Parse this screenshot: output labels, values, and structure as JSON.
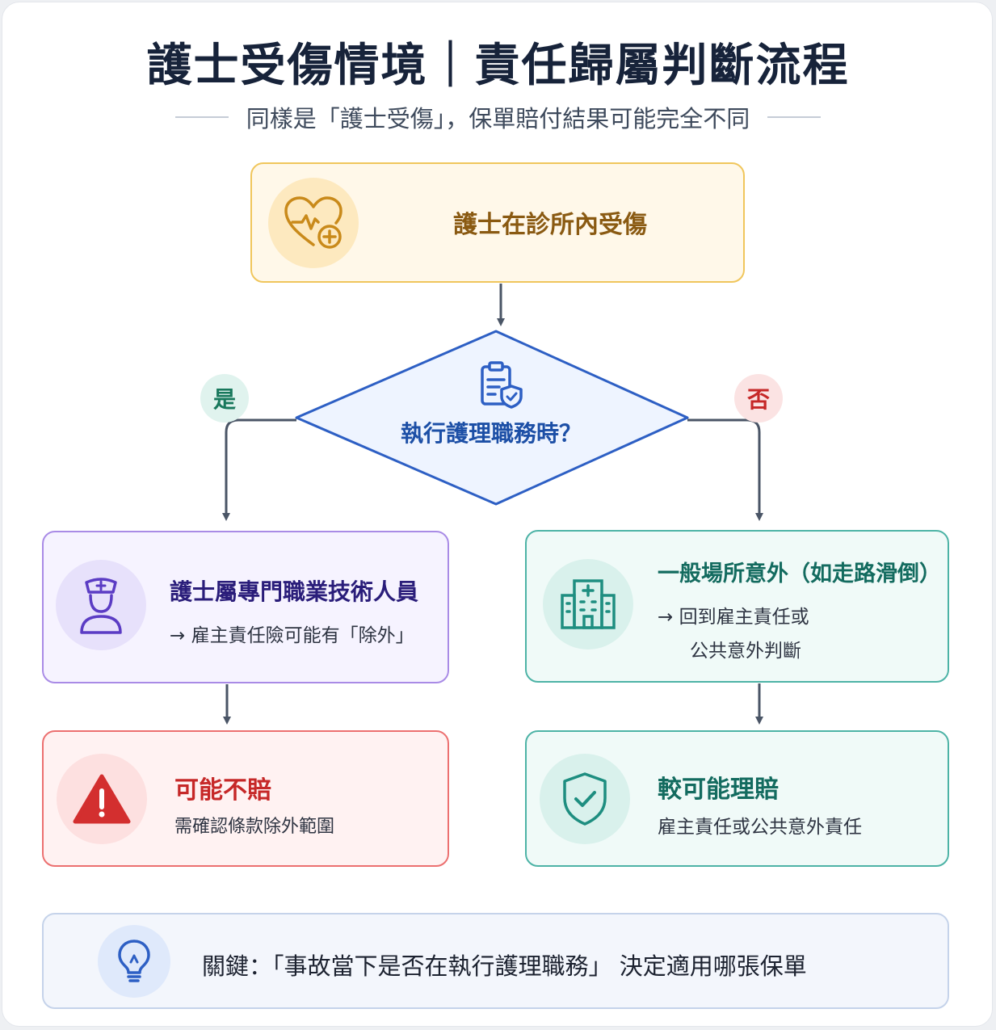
{
  "title": "護士受傷情境｜責任歸屬判斷流程",
  "subtitle": "同樣是「護士受傷」，保單賠付結果可能完全不同",
  "start": {
    "label": "護士在診所內受傷",
    "icon": "heart-medical-icon"
  },
  "decision": {
    "label": "執行護理職務時？",
    "icon": "clipboard-shield-icon"
  },
  "branches": {
    "yes": "是",
    "no": "否"
  },
  "left_step": {
    "heading": "護士屬專門職業技術人員",
    "detail": "→  雇主責任險可能有「除外」",
    "icon": "nurse-icon"
  },
  "right_step": {
    "heading": "一般場所意外（如走路滑倒）",
    "detail_line1": "→  回到雇主責任或",
    "detail_line2": "公共意外判斷",
    "icon": "hospital-building-icon"
  },
  "left_result": {
    "heading": "可能不賠",
    "detail": "需確認條款除外範圍",
    "icon": "warning-icon"
  },
  "right_result": {
    "heading": "較可能理賠",
    "detail": "雇主責任或公共意外責任",
    "icon": "shield-check-icon"
  },
  "key_note": {
    "text": "關鍵：「事故當下是否在執行護理職務」 決定適用哪張保單",
    "icon": "lightbulb-icon"
  },
  "colors": {
    "title": "#17233a",
    "start_border": "#f0c65c",
    "decision_border": "#2d5fc4",
    "purple": "#6a4fc8",
    "teal": "#1e8e80",
    "red": "#d32f2f",
    "connector": "#4a5566"
  }
}
